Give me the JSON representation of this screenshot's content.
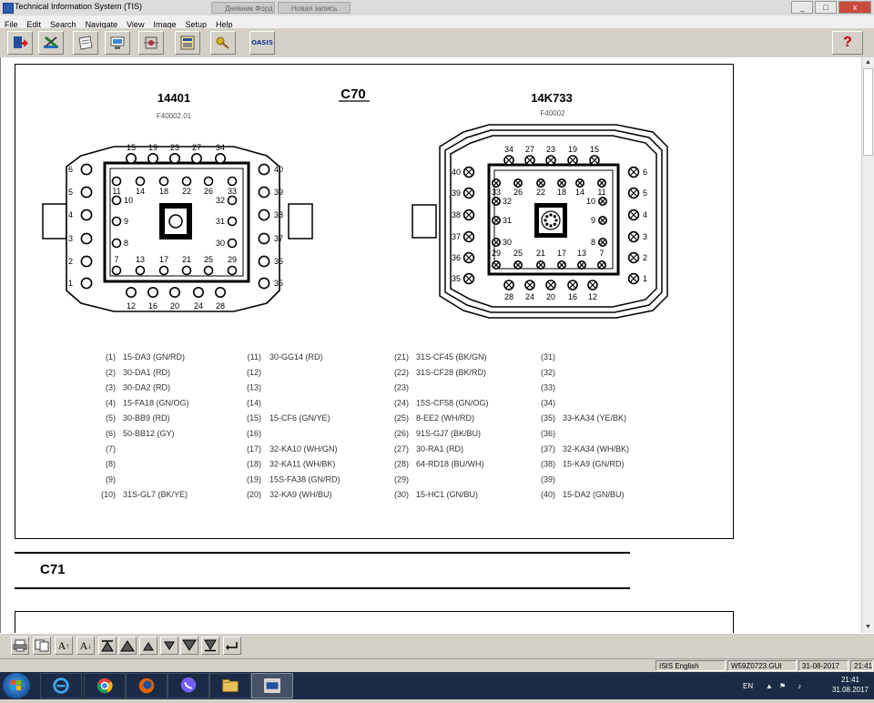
{
  "window": {
    "title": "Technical Information System (TIS)",
    "ghost_tabs": [
      "Дневник Форд Фокус...",
      "Новая запись"
    ],
    "buttons": [
      "_",
      "□",
      "x"
    ]
  },
  "menu": [
    "File",
    "Edit",
    "Search",
    "Navigate",
    "View",
    "Image",
    "Setup",
    "Help"
  ],
  "toolbar": {
    "icons": [
      "exit-icon",
      "tools-icon",
      "document-icon",
      "vehicle-icon",
      "network-icon",
      "calculator-icon",
      "key-icon",
      "oasis-icon"
    ],
    "oasis_label": "OASIS",
    "help_label": "?"
  },
  "diagram": {
    "title": "C70",
    "left": {
      "part": "14401",
      "code": "F40002.01"
    },
    "right": {
      "part": "14K733",
      "code": "F40002"
    },
    "left_pins": {
      "top": [
        "15",
        "19",
        "23",
        "27",
        "34"
      ],
      "bottom": [
        "12",
        "16",
        "20",
        "24",
        "28"
      ],
      "left": [
        "6",
        "5",
        "4",
        "3",
        "2",
        "1"
      ],
      "right": [
        "40",
        "39",
        "38",
        "37",
        "36",
        "35"
      ],
      "inner_top": [
        "11",
        "14",
        "18",
        "22",
        "26",
        "33"
      ],
      "inner_left": [
        "10",
        "9",
        "8"
      ],
      "inner_right": [
        "32",
        "31",
        "30"
      ],
      "inner_bottom": [
        "7",
        "13",
        "17",
        "21",
        "25",
        "29"
      ]
    },
    "right_pins": {
      "top": [
        "34",
        "27",
        "23",
        "19",
        "15"
      ],
      "bottom": [
        "28",
        "24",
        "20",
        "16",
        "12"
      ],
      "left": [
        "40",
        "39",
        "38",
        "37",
        "36",
        "35"
      ],
      "right": [
        "6",
        "5",
        "4",
        "3",
        "2",
        "1"
      ],
      "inner_top": [
        "33",
        "26",
        "22",
        "18",
        "14",
        "11"
      ],
      "inner_left": [
        "32",
        "31",
        "30"
      ],
      "inner_right": [
        "10",
        "9",
        "8"
      ],
      "inner_bottom": [
        "29",
        "25",
        "21",
        "17",
        "13",
        "7"
      ]
    },
    "wiring": [
      [
        "(1)",
        "15-DA3 (GN/RD)"
      ],
      [
        "(2)",
        "30-DA1 (RD)"
      ],
      [
        "(3)",
        "30-DA2 (RD)"
      ],
      [
        "(4)",
        "15-FA18 (GN/OG)"
      ],
      [
        "(5)",
        "30-BB9 (RD)"
      ],
      [
        "(6)",
        "50-BB12 (GY)"
      ],
      [
        "(7)",
        ""
      ],
      [
        "(8)",
        ""
      ],
      [
        "(9)",
        ""
      ],
      [
        "(10)",
        "31S-GL7 (BK/YE)"
      ],
      [
        "(11)",
        "30-GG14 (RD)"
      ],
      [
        "(12)",
        ""
      ],
      [
        "(13)",
        ""
      ],
      [
        "(14)",
        ""
      ],
      [
        "(15)",
        "15-CF6 (GN/YE)"
      ],
      [
        "(16)",
        ""
      ],
      [
        "(17)",
        "32-KA10 (WH/GN)"
      ],
      [
        "(18)",
        "32-KA11 (WH/BK)"
      ],
      [
        "(19)",
        "15S-FA38 (GN/RD)"
      ],
      [
        "(20)",
        "32-KA9 (WH/BU)"
      ],
      [
        "(21)",
        "31S-CF45 (BK/GN)"
      ],
      [
        "(22)",
        "31S-CF28 (BK/RD)"
      ],
      [
        "(23)",
        ""
      ],
      [
        "(24)",
        "15S-CF58 (GN/OG)"
      ],
      [
        "(25)",
        "8-EE2 (WH/RD)"
      ],
      [
        "(26)",
        "91S-GJ7 (BK/BU)"
      ],
      [
        "(27)",
        "30-RA1 (RD)"
      ],
      [
        "(28)",
        "64-RD18 (BU/WH)"
      ],
      [
        "(29)",
        ""
      ],
      [
        "(30)",
        "15-HC1 (GN/BU)"
      ],
      [
        "(31)",
        ""
      ],
      [
        "(32)",
        ""
      ],
      [
        "(33)",
        ""
      ],
      [
        "(34)",
        ""
      ],
      [
        "(35)",
        "33-KA34 (YE/BK)"
      ],
      [
        "(36)",
        ""
      ],
      [
        "(37)",
        "32-KA34 (WH/BK)"
      ],
      [
        "(38)",
        "15-KA9 (GN/RD)"
      ],
      [
        "(39)",
        ""
      ],
      [
        "(40)",
        "15-DA2 (GN/BU)"
      ]
    ]
  },
  "next_section": "C71",
  "bottom_toolbar": {
    "font_up": "A",
    "font_down": "A"
  },
  "status": {
    "language": "ISIS English",
    "file": "W59Z0723.GUI",
    "date": "31-08-2017",
    "time": "21:41"
  },
  "taskbar": {
    "lang": "EN",
    "time": "21:41",
    "date": "31.08.2017"
  },
  "colors": {
    "accent_red": "#c00000",
    "taskbar": "#1b2b45"
  }
}
